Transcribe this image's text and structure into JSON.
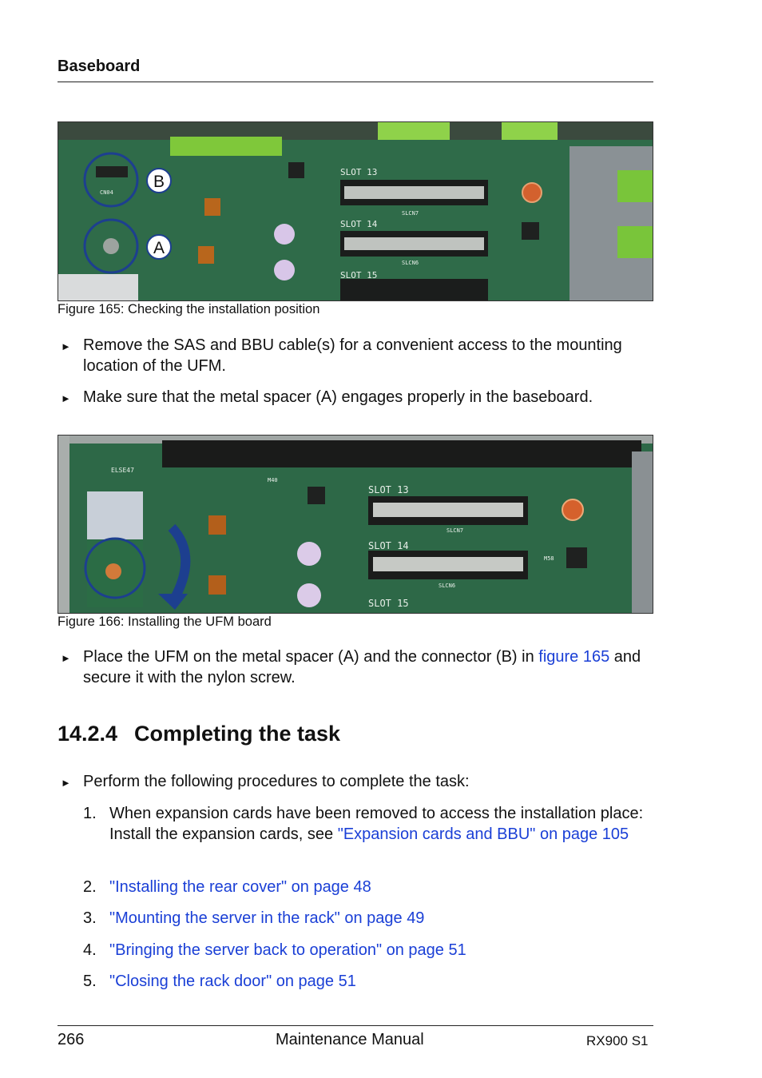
{
  "header": {
    "title": "Baseboard"
  },
  "figure165": {
    "caption": "Figure 165: Checking the installation position",
    "callouts": [
      "B",
      "A"
    ],
    "silk": [
      "SLOT 13",
      "SLOT 14",
      "SLOT 15",
      "CN04",
      "SLCN7",
      "SLCN6"
    ]
  },
  "steps1": [
    {
      "bullet": "►",
      "text": "Remove the SAS and BBU cable(s) for a convenient access to the mounting location of the UFM."
    },
    {
      "bullet": "►",
      "text": "Make sure that the metal spacer (A) engages properly in the baseboard."
    }
  ],
  "figure166": {
    "caption": "Figure 166: Installing the UFM board",
    "silk": [
      "SLOT 13",
      "SLOT 14",
      "SLOT 15",
      "ELSE47",
      "M40",
      "SLCN7",
      "SLCN6",
      "M58"
    ]
  },
  "step2": {
    "bullet": "►",
    "text_before": "Place the UFM on the metal spacer (A) and the connector (B) in ",
    "link": "figure 165",
    "text_after": " and secure it with the nylon screw."
  },
  "section": {
    "number": "14.2.4",
    "title": "Completing the task"
  },
  "step3": {
    "bullet": "►",
    "text": "Perform the following procedures to complete the task:"
  },
  "list": [
    {
      "num": "1.",
      "text": "When expansion cards have been removed to access the installation place: Install the expansion cards, see ",
      "link": "\"Expansion cards and BBU\" on page 105"
    },
    {
      "num": "2.",
      "text": "",
      "link": "\"Installing the rear cover\" on page 48"
    },
    {
      "num": "3.",
      "text": "",
      "link": "\"Mounting the server in the rack\" on page 49"
    },
    {
      "num": "4.",
      "text": "",
      "link": "\"Bringing the server back to operation\" on page 51"
    },
    {
      "num": "5.",
      "text": "",
      "link": "\"Closing the rack door\" on page 51"
    }
  ],
  "footer": {
    "page": "266",
    "manual": "Maintenance Manual",
    "model": "RX900 S1"
  },
  "colors": {
    "link": "#1a3fd6",
    "pcb": "#2f6b49",
    "callout": "#1d3f8f"
  }
}
